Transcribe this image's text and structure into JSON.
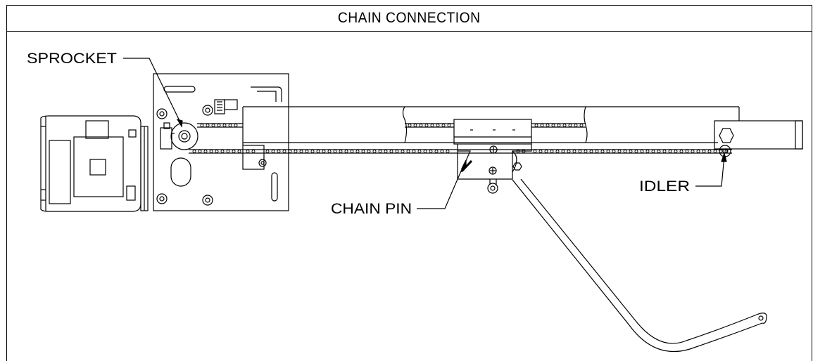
{
  "title": "CHAIN CONNECTION",
  "labels": {
    "sprocket": "SPROCKET",
    "chain_pin": "CHAIN PIN",
    "idler": "IDLER"
  },
  "colors": {
    "line": "#000000",
    "background": "#ffffff"
  }
}
